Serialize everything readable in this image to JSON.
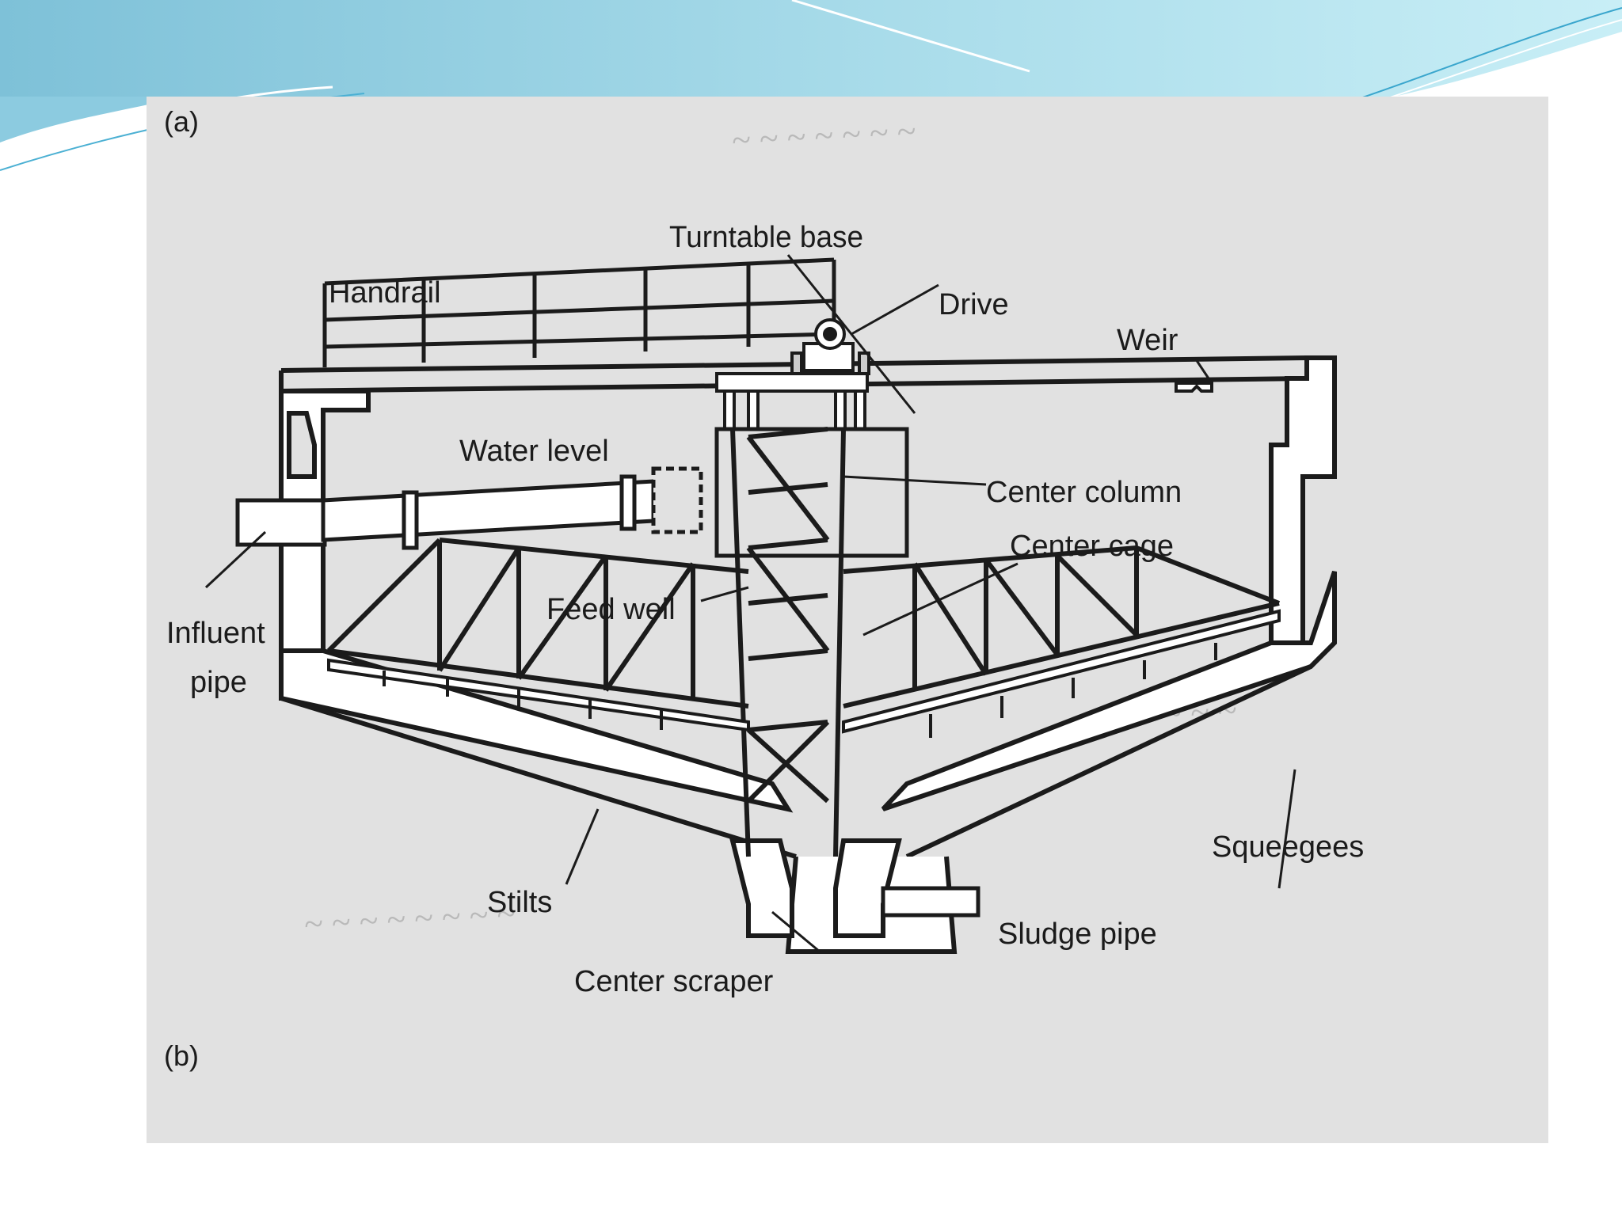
{
  "theme": {
    "banner_colors": [
      "#7fc3da",
      "#b6e6f1",
      "#3aa9cf"
    ],
    "figure_background": "#e1e1e1",
    "ink": "#1b1b1b"
  },
  "figure": {
    "panel_labels": {
      "a": "(a)",
      "b": "(b)"
    },
    "labels": {
      "turntable_base": "Turntable base",
      "handrail": "Handrail",
      "drive": "Drive",
      "weir": "Weir",
      "water_level": "Water level",
      "center_column": "Center column",
      "center_cage": "Center cage",
      "feed_well": "Feed well",
      "influent_pipe_line1": "Influent",
      "influent_pipe_line2": "pipe",
      "stilts": "Stilts",
      "squeegees": "Squeegees",
      "sludge_pipe": "Sludge pipe",
      "center_scraper": "Center scraper"
    }
  }
}
